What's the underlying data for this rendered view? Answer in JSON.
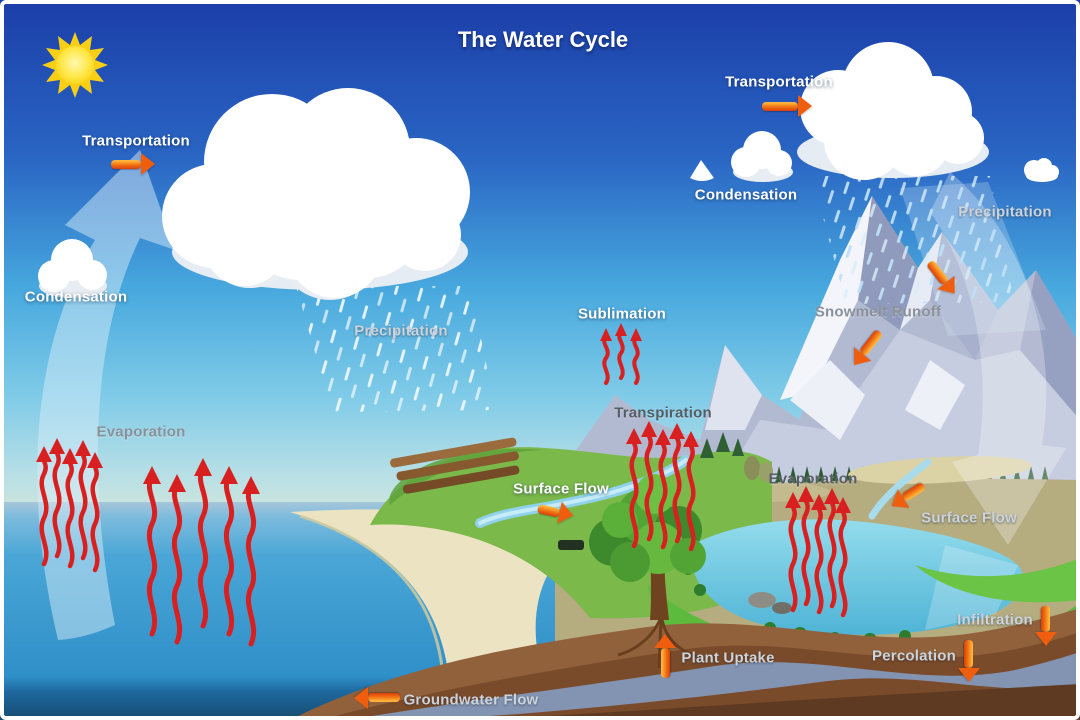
{
  "title": "The Water Cycle",
  "labels": {
    "transportation_left": "Transportation",
    "condensation_left": "Condensation",
    "precipitation_left": "Precipitation",
    "evaporation_left": "Evaporation",
    "sublimation": "Sublimation",
    "transpiration": "Transpiration",
    "surface_flow_left": "Surface Flow",
    "transportation_right": "Transportation",
    "condensation_right": "Condensation",
    "precipitation_right": "Precipitation",
    "snowmelt_runoff": "Snowmelt Runoff",
    "evaporation_right": "Evaporation",
    "surface_flow_right": "Surface Flow",
    "infiltration": "Infiltration",
    "percolation": "Percolation",
    "plant_uptake": "Plant Uptake",
    "groundwater_flow": "Groundwater Flow"
  },
  "colors": {
    "sky_top": "#1b3ea8",
    "sky_horizon": "#e8efdc",
    "ocean": "#2f8fc8",
    "lake": "#6fcbe2",
    "mountain": "#b2bad2",
    "grass": "#7bb94b",
    "soil": "#7a4b2a",
    "groundwater": "#8394b2",
    "cloud": "#ffffff",
    "sun": "#ffd820",
    "label_arrow_orange": "#f07414",
    "flow_arrow_red": "#d92020",
    "cycle_arrow_tint": "#d6ecf8"
  }
}
